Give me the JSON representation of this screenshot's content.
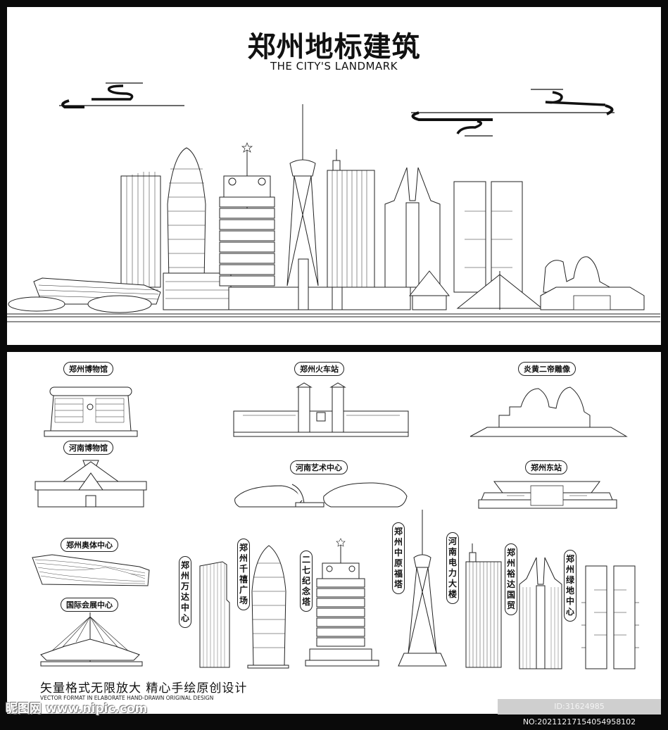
{
  "header": {
    "title_cn": "郑州地标建筑",
    "title_en": "THE CITY'S LANDMARK"
  },
  "landmarks": {
    "zhengzhou_museum": "郑州博物馆",
    "zhengzhou_railway_station": "郑州火车站",
    "yan_huang_statue": "炎黄二帝雕像",
    "henan_museum": "河南博物馆",
    "henan_art_center": "河南艺术中心",
    "zhengzhou_east_station": "郑州东站",
    "zhengzhou_olympic_center": "郑州奥体中心",
    "international_convention_center": "国际会展中心",
    "zhengzhou_wanda_center": "郑州万达中心",
    "zhengzhou_qianxi_plaza": "郑州千禧广场",
    "erqi_memorial_tower": "二七纪念塔",
    "zhongyuan_fu_tower": "郑州中原福塔",
    "henan_power_building": "河南电力大楼",
    "yuda_trade_center": "郑州裕达国贸",
    "greenland_center": "郑州绿地中心"
  },
  "footer": {
    "slogan_cn": "矢量格式无限放大  精心手绘原创设计",
    "slogan_en": "VECTOR FORMAT IN ELABORATE HAND-DRAWN ORIGINAL DESIGN"
  },
  "watermark": {
    "site": "昵图网 www.nipic.com",
    "id_text": "ID:31624985 NO:20211217154054958102"
  },
  "colors": {
    "background": "#0a0a0a",
    "panel": "#ffffff",
    "line": "#222222",
    "watermark_bar": "#cfcfcf"
  }
}
